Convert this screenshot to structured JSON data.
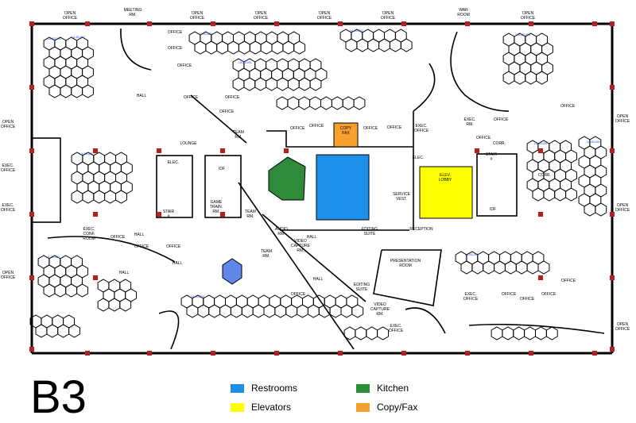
{
  "floor": "B3",
  "colors": {
    "restroom": "#1e8fe8",
    "elevator": "#ffff00",
    "kitchen": "#2e8b3a",
    "copyfax": "#f7a030",
    "office_blue": "#5f86e8",
    "wall": "#000000",
    "column": "#b22222",
    "label_blue": "#1a3ccf"
  },
  "legend": [
    {
      "key": "restroom",
      "label": "Restrooms"
    },
    {
      "key": "elevator",
      "label": "Elevators"
    },
    {
      "key": "kitchen",
      "label": "Kitchen"
    },
    {
      "key": "copyfax",
      "label": "Copy/Fax"
    }
  ],
  "rooms": {
    "open_office": "OPEN OFFICE",
    "meeting_rm": "MEETING RM.",
    "war_room": "WAR ROOM",
    "office": "OFFICE",
    "exec_office": "EXEC. OFFICE",
    "hall": "HALL",
    "lounge": "LOUNGE",
    "team_rm": "TEAM RM.",
    "elec": "ELEC.",
    "idf": "IDF",
    "game_train": "GAME TRAIN. RM.",
    "stair": "STAIR #",
    "exec_conf": "EXEC. CONF. ROOM",
    "audio_rm": "AUDIO RM.",
    "video_capture": "VIDEO CAPTURE RM.",
    "editing_suite": "EDITING SUITE",
    "presentation": "PRESENTATION ROOM",
    "reception": "RECEPTION",
    "service_vest": "SERVICE VEST.",
    "elev_lobby": "ELEV. LOBBY",
    "copy_fax": "COPY FAX",
    "corr": "CORR.",
    "exec_rm": "EXEC. RM."
  },
  "sample_ids": [
    "LA-B3-001",
    "LA-B3-002",
    "LA-B3-003"
  ]
}
